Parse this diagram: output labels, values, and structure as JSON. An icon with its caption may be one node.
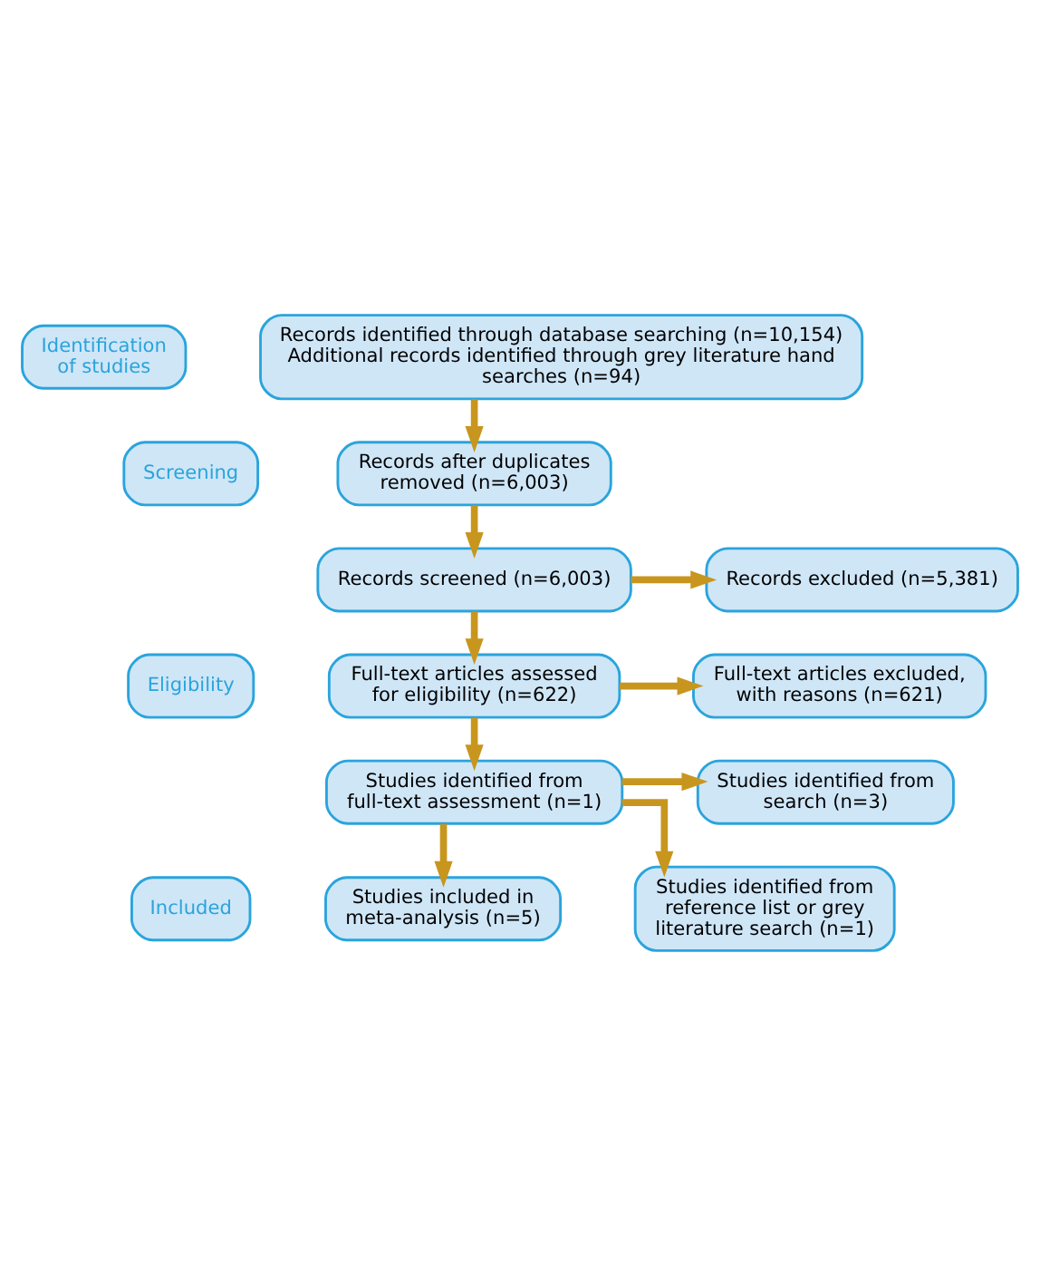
{
  "diagram": {
    "nodes": [
      {
        "text": [
          "Identification of studies"
        ]
      },
      {
        "text": [
          "Screening"
        ]
      },
      {
        "text": [
          "Eligibility"
        ]
      },
      {
        "text": [
          "Included"
        ]
      },
      {
        "text": [
          "Records identified through database searching (n=10,154)",
          "Additional records identified through grey literature hand searches (n=94)"
        ]
      },
      {
        "text": [
          "Records after duplicates removed (n=6,003)"
        ]
      },
      {
        "text": [
          "Records screened (n=6,003)"
        ]
      },
      {
        "text": [
          "Records excluded (n=5,381)"
        ]
      },
      {
        "text": [
          "Full-text articles assessed for eligibility (n=622)"
        ]
      },
      {
        "text": [
          "Full-text articles excluded, with reasons (n=621)"
        ]
      },
      {
        "text": [
          "Studies identified from full-text assessment (n=1)"
        ]
      },
      {
        "text": [
          "Studies identified from search (n=3)"
        ]
      },
      {
        "text": [
          "Studies included in meta-analysis (n=5)"
        ]
      },
      {
        "text": [
          "Studies identified from reference list or grey literature search (n=1)"
        ]
      }
    ],
    "edges": [
      {
        "from": 4,
        "to": 5,
        "arrow": "to"
      },
      {
        "from": 5,
        "to": 6,
        "arrow": "to"
      },
      {
        "from": 6,
        "to": 7,
        "arrow": "to"
      },
      {
        "from": 6,
        "to": 8,
        "arrow": "to"
      },
      {
        "from": 8,
        "to": 9,
        "arrow": "to"
      },
      {
        "from": 8,
        "to": 10,
        "arrow": "to"
      },
      {
        "from": 10,
        "to": 11,
        "arrow": "to"
      },
      {
        "from": 10,
        "to": 12,
        "arrow": "to"
      },
      {
        "from": 10,
        "to": 13,
        "arrow": "to"
      }
    ]
  }
}
